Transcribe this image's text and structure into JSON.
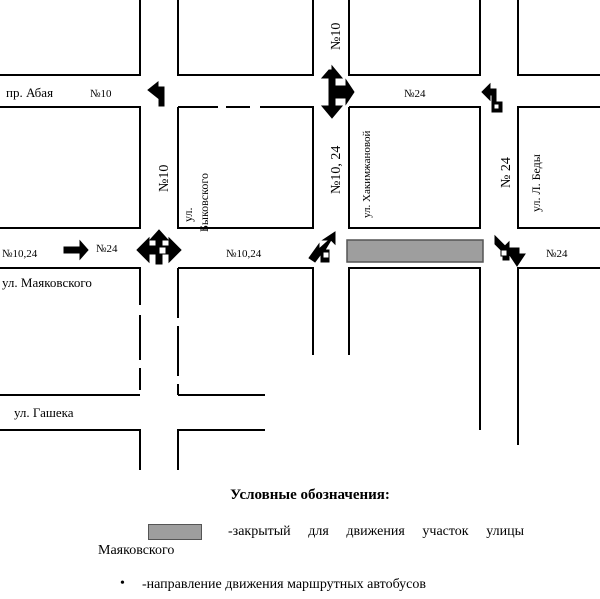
{
  "streets": {
    "abaya": "пр. Абая",
    "mayakovskogo": "ул. Маяковского",
    "gasheka": "ул. Гашека",
    "bykovskogo_1": "ул.",
    "bykovskogo_2": "Быковского",
    "khakimzhanovoy": "ул. Хакимжановой",
    "l_bedy": "ул. Л. Беды"
  },
  "routes": {
    "r10_abaya": "№10",
    "r24_abaya": "№24",
    "r10_top": "№10",
    "r10_byk": "№10",
    "r10_24_vert": "№10, 24",
    "r24_bedy": "№ 24",
    "r10_24_left": "№10,24",
    "r24_left": "№24",
    "r10_24_mid": "№10,24",
    "r24_right": "№24"
  },
  "legend": {
    "title": "Условные обозначения:",
    "closed_section_1": "-закрытый для движения участок улицы",
    "closed_section_2": "Маяковского",
    "bullet": "•",
    "bus_direction": "-направление движения маршрутных автобусов",
    "closed_color": "#9e9e9e"
  }
}
